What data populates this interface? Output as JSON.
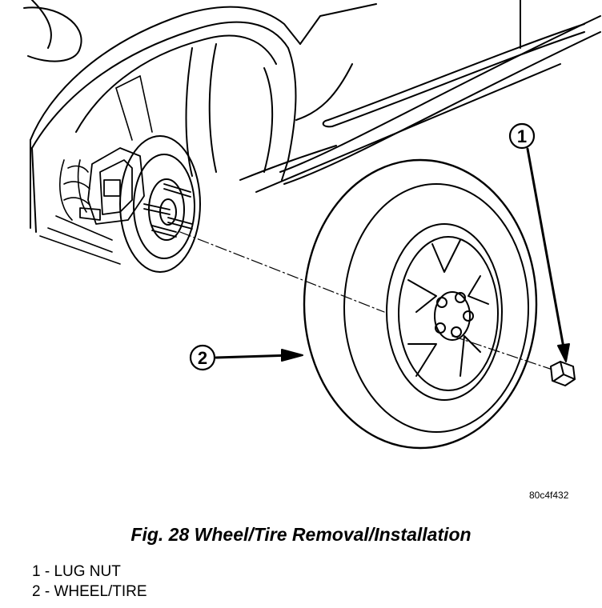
{
  "figure": {
    "caption": "Fig. 28 Wheel/Tire Removal/Installation",
    "ref_code": "80c4f432"
  },
  "callouts": [
    {
      "number": "1"
    },
    {
      "number": "2"
    }
  ],
  "legend": [
    {
      "text": "1 - LUG NUT"
    },
    {
      "text": "2 - WHEEL/TIRE"
    }
  ],
  "colors": {
    "ink": "#000000",
    "paper": "#ffffff"
  }
}
